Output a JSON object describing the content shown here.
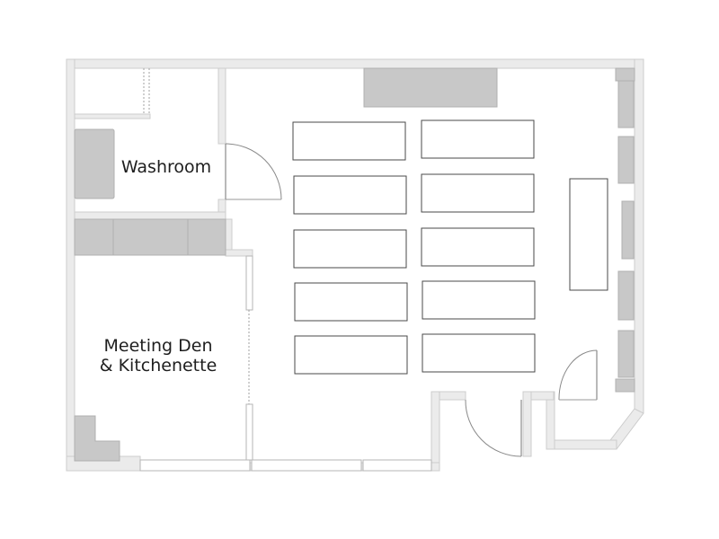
{
  "rooms": {
    "washroom": "Washroom",
    "meeting_line1": "Meeting Den",
    "meeting_line2": "& Kitchenette"
  },
  "colors": {
    "wall_fill": "#ebebeb",
    "fixture_fill": "#c8c8c8",
    "desk_outline": "#4a4a4a"
  }
}
